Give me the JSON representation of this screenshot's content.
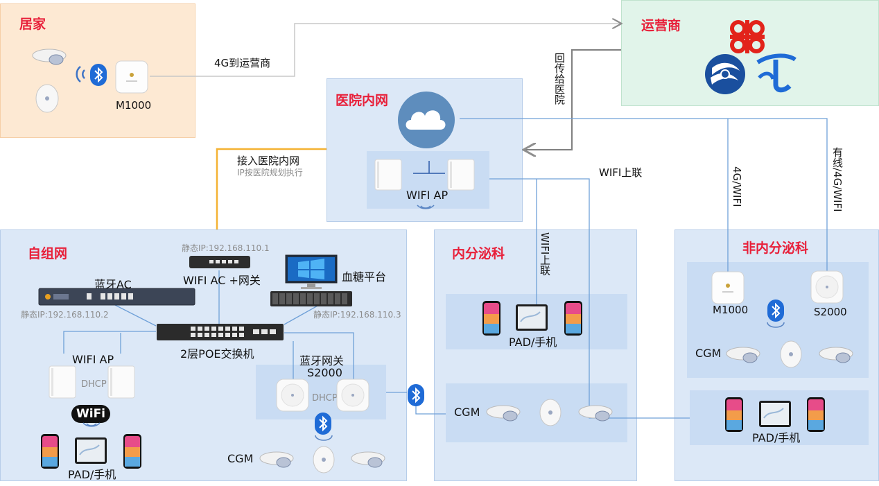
{
  "zones": {
    "home": {
      "title": "居家",
      "device_label": "M1000"
    },
    "carrier": {
      "title": "运营商"
    },
    "hospital_intranet": {
      "title": "医院内网",
      "ap_label": "WIFI AP"
    },
    "self_network": {
      "title": "自组网",
      "bluetooth_ac_label": "蓝牙AC",
      "bluetooth_ac_ip": "静态IP:192.168.110.2",
      "wifi_ac_ip": "静态IP:192.168.110.1",
      "wifi_ac_label": "WIFI AC +网关",
      "glucose_platform_label": "血糖平台",
      "glucose_platform_ip": "静态IP:192.168.110.3",
      "switch_label": "2层POE交换机",
      "wifi_ap_label": "WIFI AP",
      "dhcp_left": "DHCP",
      "bt_gateway_label": "蓝牙网关",
      "s2000_label": "S2000",
      "dhcp_right": "DHCP",
      "wifi_logo": "WiFi",
      "pad_label": "PAD/手机",
      "cgm_label": "CGM"
    },
    "endocrine": {
      "title": "内分泌科",
      "pad_label": "PAD/手机",
      "cgm_label": "CGM"
    },
    "non_endocrine": {
      "title": "非内分泌科",
      "m1000_label": "M1000",
      "s2000_label": "S2000",
      "cgm_label": "CGM",
      "pad_label": "PAD/手机"
    }
  },
  "links": {
    "home_to_carrier": "4G到运营商",
    "carrier_back": "回传给医院",
    "join_intranet": "接入医院内网",
    "join_intranet_note": "IP按医院规划执行",
    "wifi_uplink_h": "WIFI上联",
    "wifi_uplink_v": "WIFI上联",
    "g4_wifi": "4G/WIFI",
    "wired_4g_wifi": "有线/4G/WIFI"
  },
  "colors": {
    "home_bg": "#fde9d3",
    "carrier_bg": "#e1f4ea",
    "zone_bg": "#dce8f7",
    "sub_bg": "#c6daf2",
    "title_red": "#e8203a",
    "orange_line": "#f4b233",
    "blue_line": "#6fa0d8",
    "gray_line": "#8f8f8f"
  }
}
